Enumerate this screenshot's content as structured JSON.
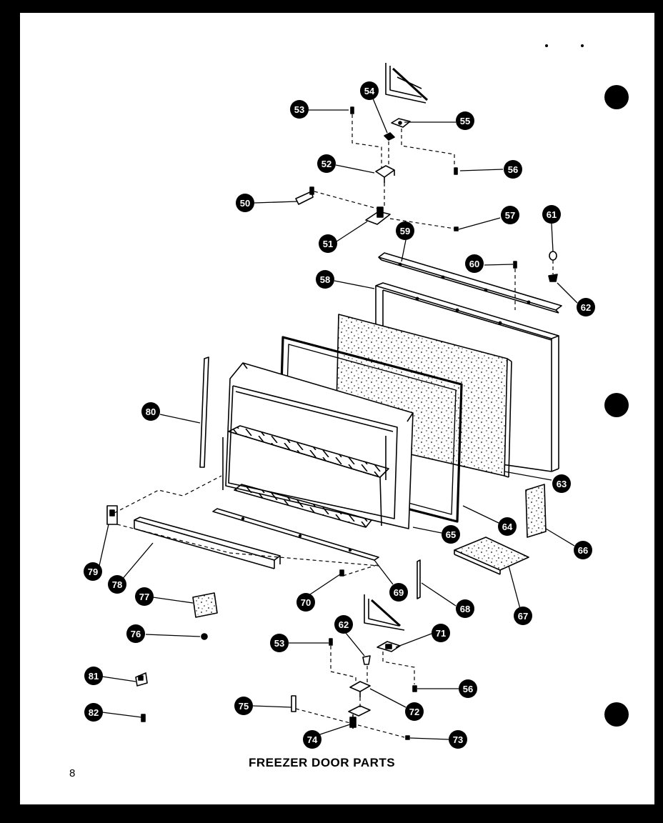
{
  "title": "FREEZER DOOR PARTS",
  "page_number": "8",
  "callouts": {
    "c50": "50",
    "c51": "51",
    "c52": "52",
    "c53a": "53",
    "c53b": "53",
    "c54": "54",
    "c55": "55",
    "c56a": "56",
    "c56b": "56",
    "c57": "57",
    "c58": "58",
    "c59": "59",
    "c60": "60",
    "c61": "61",
    "c62a": "62",
    "c62b": "62",
    "c63": "63",
    "c64": "64",
    "c65": "65",
    "c66": "66",
    "c67": "67",
    "c68": "68",
    "c69": "69",
    "c70": "70",
    "c71": "71",
    "c72": "72",
    "c73": "73",
    "c74": "74",
    "c75": "75",
    "c76": "76",
    "c77": "77",
    "c78": "78",
    "c79": "79",
    "c80": "80",
    "c81": "81",
    "c82": "82"
  }
}
